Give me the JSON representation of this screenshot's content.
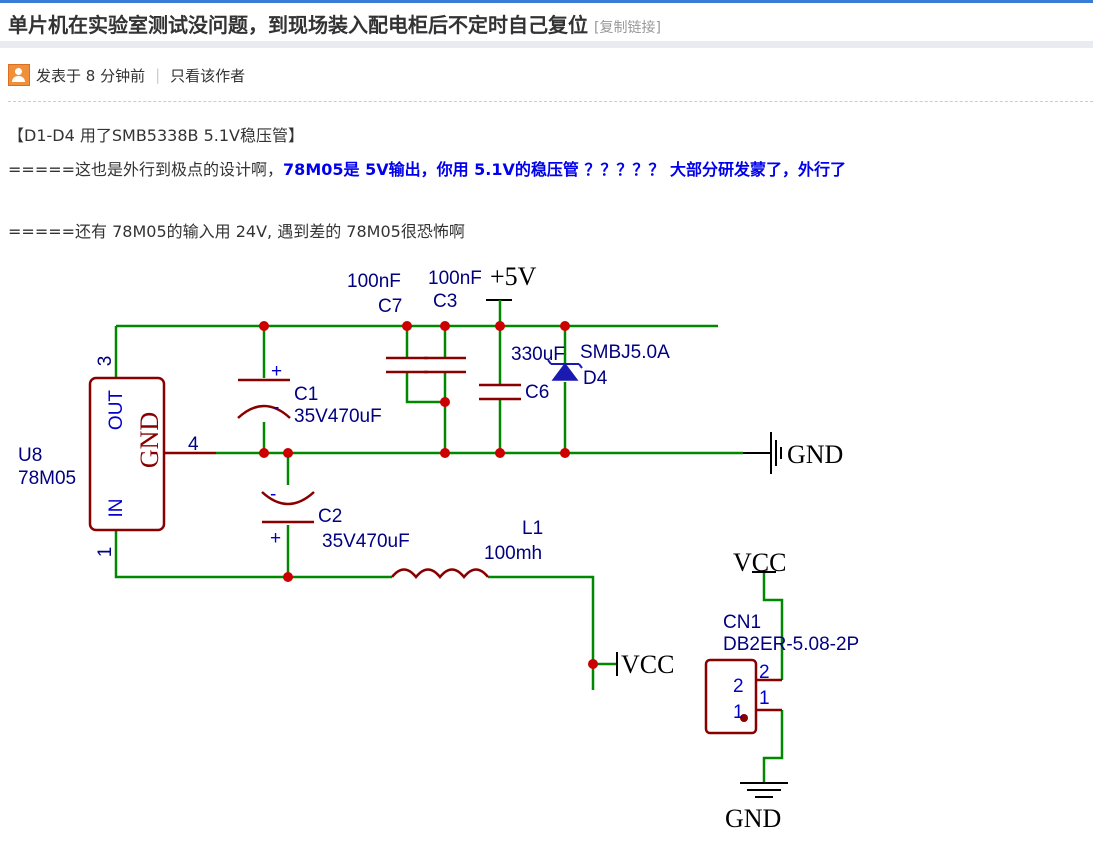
{
  "post": {
    "title": "单片机在实验室测试没问题，到现场装入配电柜后不定时自己复位",
    "copy_link": "[复制链接]",
    "posted": "发表于 8 分钟前",
    "separator": "|",
    "only_author": "只看该作者"
  },
  "body": {
    "line1": "【D1-D4 用了SMB5338B  5.1V稳压管】",
    "line2_prefix": "=====这也是外行到极点的设计啊，",
    "line2_bold": "78M05是 5V输出，你用 5.1V的稳压管 ？？？？？  大部分研发蒙了，外行了",
    "line3": "=====还有 78M05的输入用 24V, 遇到差的 78M05很恐怖啊"
  },
  "schematic": {
    "u8_ref": "U8",
    "u8_val": "78M05",
    "pin_out": "OUT",
    "pin_gnd": "GND",
    "pin_in": "IN",
    "pin3": "3",
    "pin4": "4",
    "pin1": "1",
    "c1_ref": "C1",
    "c1_val": "35V470uF",
    "c2_ref": "C2",
    "c2_val": "35V470uF",
    "c7_val": "100nF",
    "c7_ref": "C7",
    "c3_val": "100nF",
    "c3_ref": "C3",
    "plus5v": "+5V",
    "c6_val": "330uF",
    "c6_ref": "C6",
    "d4_val": "SMBJ5.0A",
    "d4_ref": "D4",
    "gnd_right": "GND",
    "l1_ref": "L1",
    "l1_val": "100mh",
    "vcc_mid": "VCC",
    "vcc_top": "VCC",
    "cn1_ref": "CN1",
    "cn1_val": "DB2ER-5.08-2P",
    "cn1_pin2_in": "2",
    "cn1_pin1_in": "1",
    "cn1_pin2_out": "2",
    "cn1_pin1_out": "1",
    "gnd_bottom": "GND",
    "plus": "+",
    "minus": "-",
    "colors": {
      "wire": "#008800",
      "body": "#880000",
      "junction": "#cc0000",
      "label": "#000080",
      "text": "#000000"
    }
  }
}
